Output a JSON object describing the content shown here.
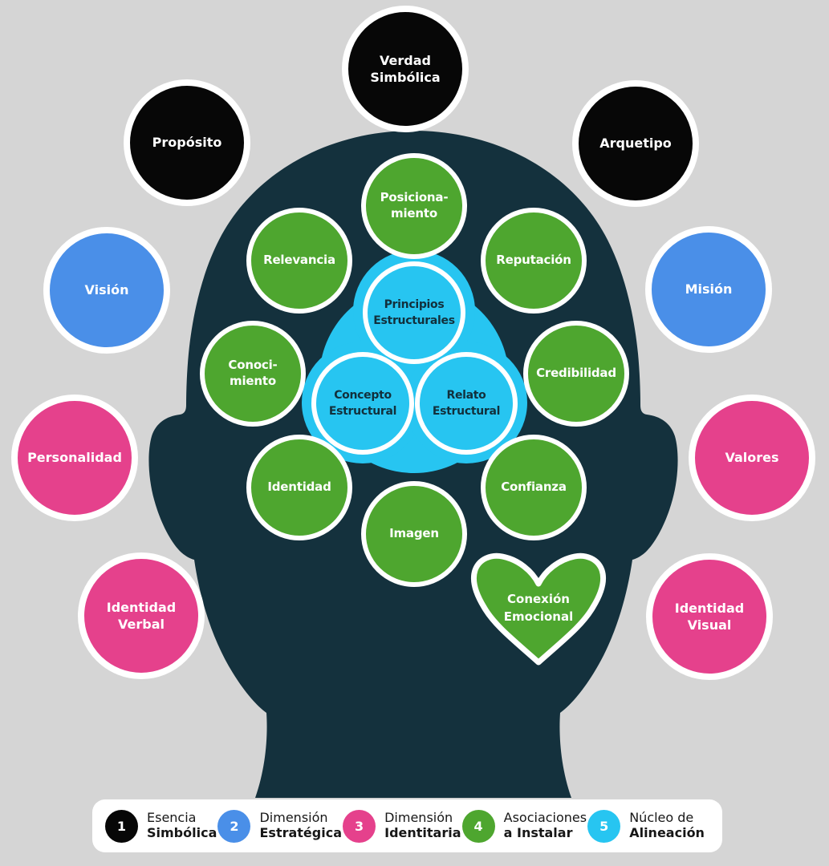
{
  "palette": {
    "background": "#d5d5d5",
    "head_silhouette": "#14313d",
    "black_node": "#070707",
    "blue_node": "#4a8fe8",
    "pink_node": "#e5418c",
    "green_node": "#4ea62f",
    "cyan_node": "#27c5f1",
    "node_stroke": "#ffffff",
    "core_text": "#12303c",
    "legend_text": "#171717"
  },
  "outer_nodes": [
    {
      "id": "verdad-simbolica",
      "label": "Verdad\nSimbólica",
      "color": "black"
    },
    {
      "id": "proposito",
      "label": "Propósito",
      "color": "black"
    },
    {
      "id": "arquetipo",
      "label": "Arquetipo",
      "color": "black"
    },
    {
      "id": "vision",
      "label": "Visión",
      "color": "blue"
    },
    {
      "id": "mision",
      "label": "Misión",
      "color": "blue"
    },
    {
      "id": "personalidad",
      "label": "Personalidad",
      "color": "pink"
    },
    {
      "id": "valores",
      "label": "Valores",
      "color": "pink"
    },
    {
      "id": "identidad-verbal",
      "label": "Identidad\nVerbal",
      "color": "pink"
    },
    {
      "id": "identidad-visual",
      "label": "Identidad\nVisual",
      "color": "pink"
    }
  ],
  "inner_nodes": [
    {
      "id": "posicionamiento",
      "label": "Posiciona-\nmiento"
    },
    {
      "id": "relevancia",
      "label": "Relevancia"
    },
    {
      "id": "reputacion",
      "label": "Reputación"
    },
    {
      "id": "conocimiento",
      "label": "Conoci-\nmiento"
    },
    {
      "id": "credibilidad",
      "label": "Credibilidad"
    },
    {
      "id": "identidad",
      "label": "Identidad"
    },
    {
      "id": "confianza",
      "label": "Confianza"
    },
    {
      "id": "imagen",
      "label": "Imagen"
    }
  ],
  "core_nodes": [
    {
      "id": "principios-estructurales",
      "label": "Principios\nEstructurales"
    },
    {
      "id": "concepto-estructural",
      "label": "Concepto\nEstructural"
    },
    {
      "id": "relato-estructural",
      "label": "Relato\nEstructural"
    }
  ],
  "heart": {
    "label": "Conexión\nEmocional"
  },
  "legend": {
    "items": [
      {
        "number": "1",
        "line1": "Esencia",
        "line2": "Simbólica",
        "color": "black"
      },
      {
        "number": "2",
        "line1": "Dimensión",
        "line2": "Estratégica",
        "color": "blue"
      },
      {
        "number": "3",
        "line1": "Dimensión",
        "line2": "Identitaria",
        "color": "pink"
      },
      {
        "number": "4",
        "line1": "Asociaciones",
        "line2": "a Instalar",
        "color": "green"
      },
      {
        "number": "5",
        "line1": "Núcleo de",
        "line2": "Alineación",
        "color": "cyan"
      }
    ]
  }
}
